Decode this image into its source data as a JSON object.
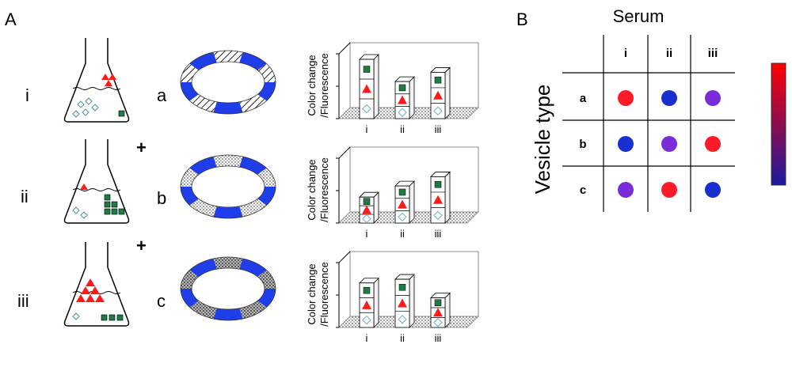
{
  "panel_a_label": "A",
  "panel_b_label": "B",
  "flasks": [
    "i",
    "ii",
    "iii"
  ],
  "plus_sign": "+",
  "vesicles": [
    "a",
    "b",
    "c"
  ],
  "chart_ylabel_1": "Color change",
  "chart_ylabel_2": "/Fluorescence",
  "chart_data": [
    {
      "type": "bar",
      "categories": [
        "i",
        "ii",
        "iii"
      ],
      "values": [
        3.2,
        2.0,
        2.5
      ]
    },
    {
      "type": "bar",
      "categories": [
        "i",
        "ii",
        "iii"
      ],
      "values": [
        1.4,
        2.0,
        2.5
      ]
    },
    {
      "type": "bar",
      "categories": [
        "i",
        "ii",
        "iii"
      ],
      "values": [
        2.4,
        2.6,
        1.6
      ]
    }
  ],
  "heatmap": {
    "title": "Serum",
    "ylabel": "Vesicle type",
    "cols": [
      "i",
      "ii",
      "iii"
    ],
    "rows": [
      "a",
      "b",
      "c"
    ],
    "cells": [
      [
        "#ff1a2a",
        "#1a2fd0",
        "#7a2cd8"
      ],
      [
        "#1a2fd0",
        "#7a2cd8",
        "#ff1a2a"
      ],
      [
        "#7a2cd8",
        "#ff1a2a",
        "#1a2fd0"
      ]
    ],
    "scale_colors": [
      "#ff0000",
      "#1a1aa0"
    ]
  },
  "colors": {
    "ring_blue": "#1f3de8",
    "triangle": "#ff1a1a",
    "square": "#1e7a46",
    "diamond": "#7fb8c8"
  }
}
